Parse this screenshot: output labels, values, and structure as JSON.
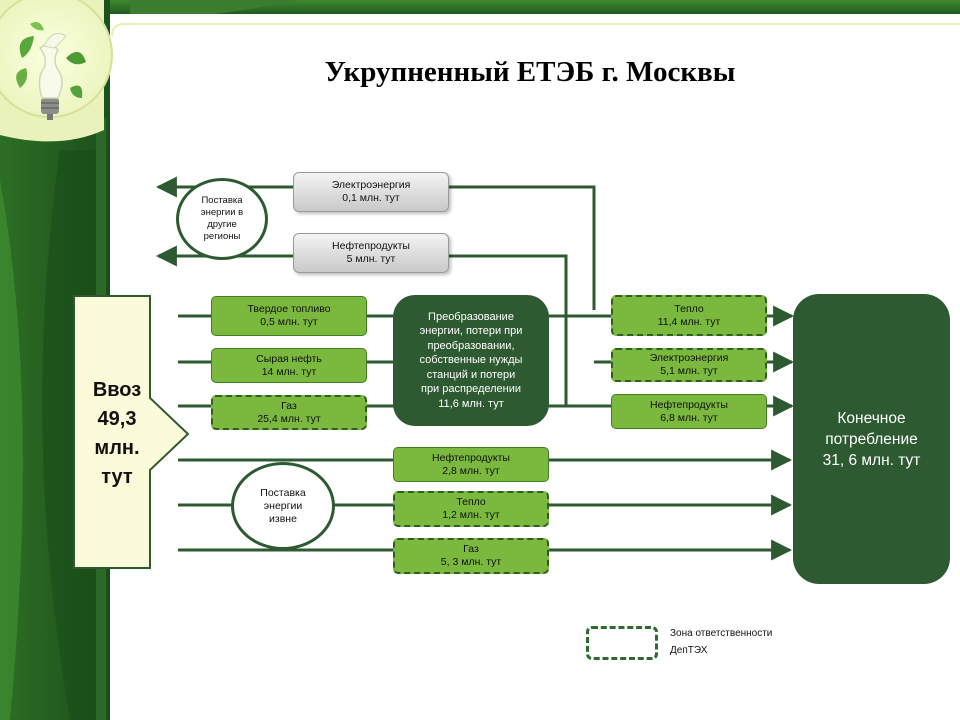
{
  "title": "Укрупненный ЕТЭБ г. Москвы",
  "import": {
    "line1": "Ввоз",
    "line2": "49,3",
    "line3": "млн.",
    "line4": "тут"
  },
  "export_circle": {
    "line1": "Поставка",
    "line2": "энергии в",
    "line3": "другие",
    "line4": "регионы"
  },
  "external_circle": {
    "line1": "Поставка",
    "line2": "энергии",
    "line3": "извне"
  },
  "export_flows": [
    {
      "label": "Электроэнергия",
      "value": "0,1 млн. тут"
    },
    {
      "label": "Нефтепродукты",
      "value": "5 млн. тут"
    }
  ],
  "inputs": [
    {
      "label": "Твердое топливо",
      "value": "0,5 млн. тут"
    },
    {
      "label": "Сырая нефть",
      "value": "14 млн. тут"
    },
    {
      "label": "Газ",
      "value": "25,4 млн. тут"
    }
  ],
  "conversion": {
    "line1": "Преобразование",
    "line2": "энергии, потери при",
    "line3": "преобразовании,",
    "line4": "собственные нужды",
    "line5": "станций и потери",
    "line6": "при распределении",
    "line7": "11,6 млн. тут"
  },
  "outputs": [
    {
      "label": "Тепло",
      "value": "11,4 млн. тут"
    },
    {
      "label": "Электроэнергия",
      "value": "5,1 млн. тут"
    },
    {
      "label": "Нефтепродукты",
      "value": "6,8 млн. тут"
    }
  ],
  "direct": [
    {
      "label": "Нефтепродукты",
      "value": "2,8 млн. тут"
    },
    {
      "label": "Тепло",
      "value": "1,2 млн. тут"
    },
    {
      "label": "Газ",
      "value": "5, 3 млн. тут"
    }
  ],
  "consumption": {
    "line1": "Конечное",
    "line2": "потребление",
    "line3": "31, 6 млн. тут"
  },
  "legend": {
    "line1": "Зона ответственности",
    "line2": "ДепТЭХ"
  }
}
